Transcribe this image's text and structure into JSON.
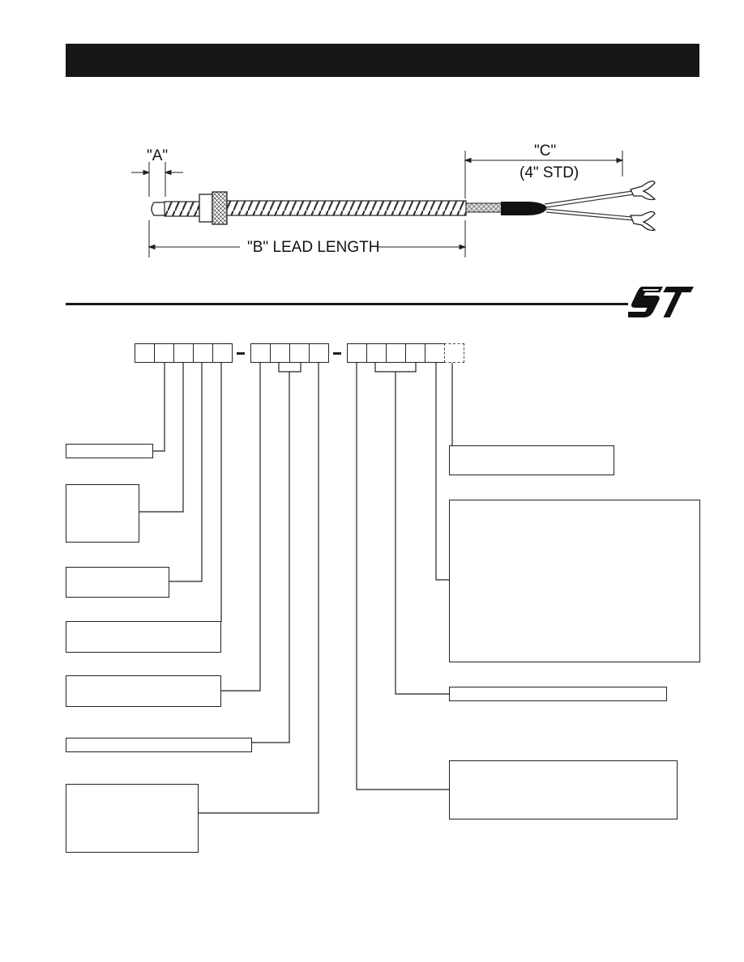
{
  "header": {
    "title": ""
  },
  "drawing": {
    "dim_a_label": "\"A\"",
    "dim_b_label": "\"B\" LEAD LENGTH",
    "dim_c_label": "\"C\"",
    "dim_c_note": "(4\" STD)"
  },
  "logo": {
    "text": "ST"
  },
  "part_number": {
    "group1_cells": 5,
    "group2_cells": 4,
    "group3_cells": 6,
    "optional_cells": 1
  },
  "callouts_left": [
    "",
    "",
    "",
    "",
    "",
    "",
    ""
  ],
  "callouts_right": [
    "",
    "",
    "",
    ""
  ],
  "colors": {
    "ink": "#161616",
    "background": "#ffffff"
  }
}
